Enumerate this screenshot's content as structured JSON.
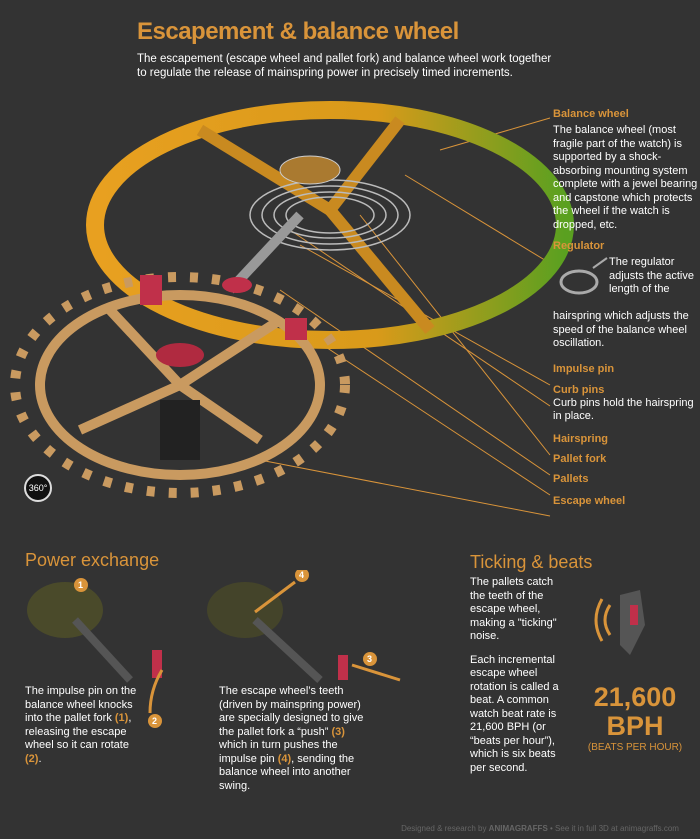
{
  "header": {
    "title": "Escapement & balance wheel",
    "intro": "The escapement (escape wheel and pallet fork) and balance wheel work together to regulate the release of mainspring power in precisely timed increments."
  },
  "labels": {
    "balance_wheel": {
      "title": "Balance wheel",
      "text": "The balance wheel (most fragile part of the watch) is supported by a shock-absorbing mounting system complete with a jewel bearing and capstone which protects the wheel if the watch is dropped, etc."
    },
    "regulator": {
      "title": "Regulator",
      "text_a": "The regulator adjusts the active length of the",
      "text_b": "hairspring which adjusts the speed of the balance wheel oscillation."
    },
    "impulse_pin": {
      "title": "Impulse pin"
    },
    "curb_pins": {
      "title": "Curb pins",
      "text": "Curb pins hold the hairspring in place."
    },
    "hairspring": {
      "title": "Hairspring"
    },
    "pallet_fork": {
      "title": "Pallet fork"
    },
    "pallets": {
      "title": "Pallets"
    },
    "escape_wheel": {
      "title": "Escape wheel"
    }
  },
  "view360": "360°",
  "power_exchange": {
    "title": "Power exchange",
    "step1": {
      "a": "The impulse pin on the balance wheel knocks into the pallet fork ",
      "n1": "(1)",
      "b": ", releasing the escape wheel so it can rotate ",
      "n2": "(2)",
      "c": "."
    },
    "step2": {
      "a": "The escape wheel’s teeth (driven by mainspring power) are specially designed to give the pallet fork a “push” ",
      "n3": "(3)",
      "b": " which in turn pushes the impulse pin ",
      "n4": "(4)",
      "c": ", sending the balance wheel into another swing."
    },
    "markers": [
      "1",
      "2",
      "3",
      "4"
    ]
  },
  "ticking": {
    "title": "Ticking & beats",
    "p1": "The pallets catch the teeth of the escape wheel, making a \"ticking\" noise.",
    "p2": "Each incremental escape wheel rotation is called a beat. A common watch beat rate is 21,600 BPH (or “beats per hour”), which is six beats per second.",
    "big_value": "21,600",
    "big_unit": "BPH",
    "caption": "(BEATS PER HOUR)"
  },
  "footer": {
    "a": "Designed & research by ",
    "brand": "ANIMAGRAFFS",
    "b": " • See it in full 3D at animagraffs.com"
  },
  "colors": {
    "accent": "#d9943a",
    "background": "#333333",
    "pin": "#c0304a"
  }
}
